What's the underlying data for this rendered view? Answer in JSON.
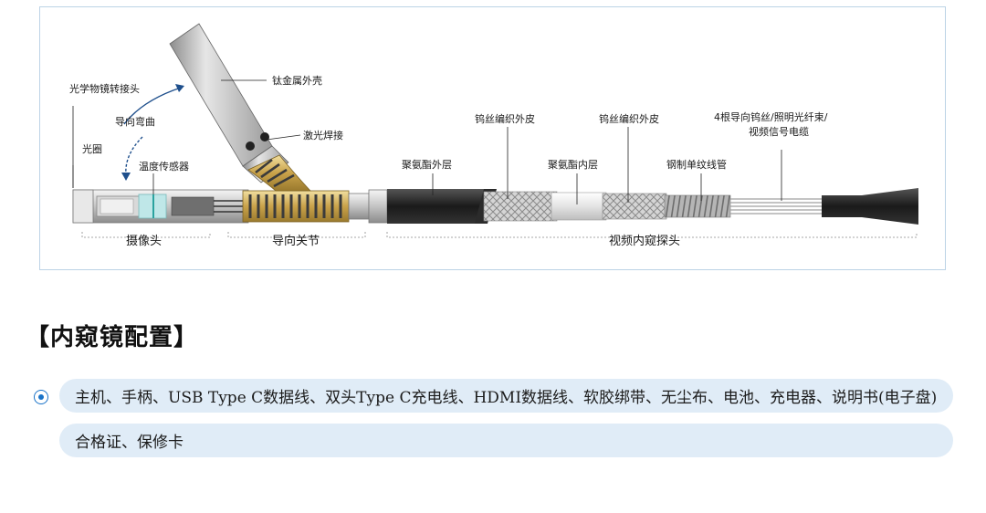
{
  "diagram": {
    "labels": {
      "optical_rotor": "光学物镜转接头",
      "guide_bend": "导向弯曲",
      "aperture": "光圈",
      "temp_sensor": "温度传感器",
      "titanium_shell": "钛金属外壳",
      "laser_weld": "激光焊接",
      "pu_outer": "聚氨酯外层",
      "tungsten_braid_1": "钨丝编织外皮",
      "pu_inner": "聚氨酯内层",
      "tungsten_braid_2": "钨丝编织外皮",
      "steel_tube": "钢制单纹线管",
      "wires_line1": "4根导向钨丝/照明光纤束/",
      "wires_line2": "视频信号电缆"
    },
    "sections": {
      "camera_head": "摄像头",
      "guide_joint": "导向关节",
      "video_probe": "视频内窥探头"
    }
  },
  "config": {
    "title": "【内窥镜配置】",
    "items": [
      "主机、手柄、USB Type C数据线、双头Type C充电线、HDMI数据线、软胶绑带、无尘布、电池、充电器、说明书(电子盘)",
      "合格证、保修卡"
    ]
  }
}
